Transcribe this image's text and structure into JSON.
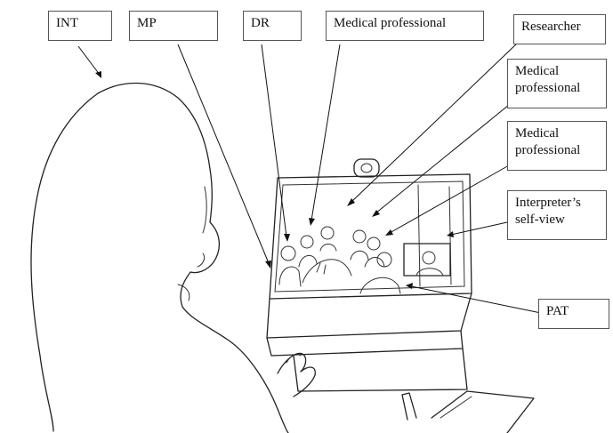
{
  "labels": {
    "int": "INT",
    "mp": "MP",
    "dr": "DR",
    "medical_professional_top": "Medical professional",
    "researcher": "Researcher",
    "medical_professional_right_1": "Medical\nprofessional",
    "medical_professional_right_2": "Medical\nprofessional",
    "interpreter_self_view": "Interpreter’s\nself-view",
    "pat": "PAT"
  }
}
